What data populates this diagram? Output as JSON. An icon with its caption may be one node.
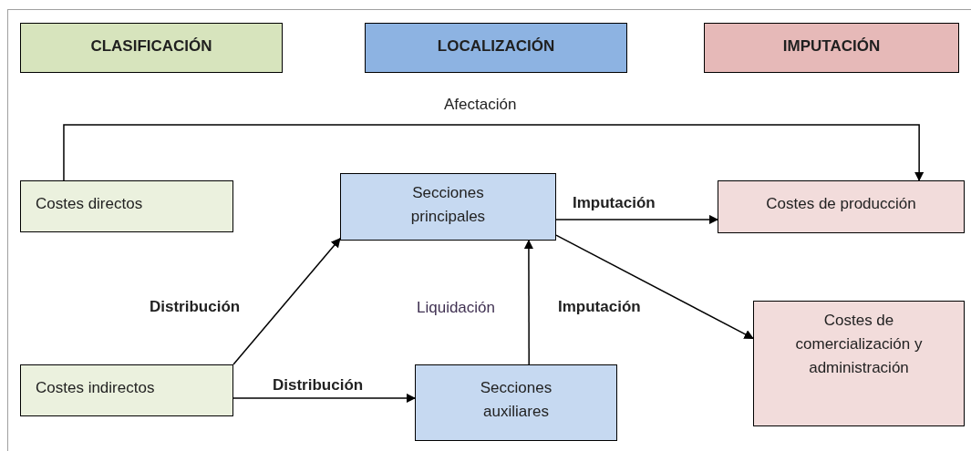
{
  "diagram": {
    "nodes": [
      {
        "text": [
          "CLASIFICACIÓN"
        ]
      },
      {
        "text": [
          "LOCALIZACIÓN"
        ]
      },
      {
        "text": [
          "IMPUTACIÓN"
        ]
      },
      {
        "text": [
          "Costes directos"
        ]
      },
      {
        "text": [
          "Secciones principales"
        ]
      },
      {
        "text": [
          "Costes de producción"
        ]
      },
      {
        "text": [
          "Costes indirectos"
        ]
      },
      {
        "text": [
          "Secciones auxiliares"
        ]
      },
      {
        "text": [
          "Costes de comercialización y administración"
        ]
      }
    ],
    "edges": [
      {
        "from": 3,
        "to": 5,
        "arrow": "to",
        "label": "Afectación"
      },
      {
        "from": 4,
        "to": 5,
        "arrow": "to",
        "label": "Imputación"
      },
      {
        "from": 4,
        "to": 8,
        "arrow": "to",
        "label": "Imputación"
      },
      {
        "from": 6,
        "to": 4,
        "arrow": "to",
        "label": "Distribución"
      },
      {
        "from": 6,
        "to": 7,
        "arrow": "to",
        "label": "Distribución"
      },
      {
        "from": 7,
        "to": 4,
        "arrow": "to",
        "label": "Liquidación"
      }
    ]
  }
}
